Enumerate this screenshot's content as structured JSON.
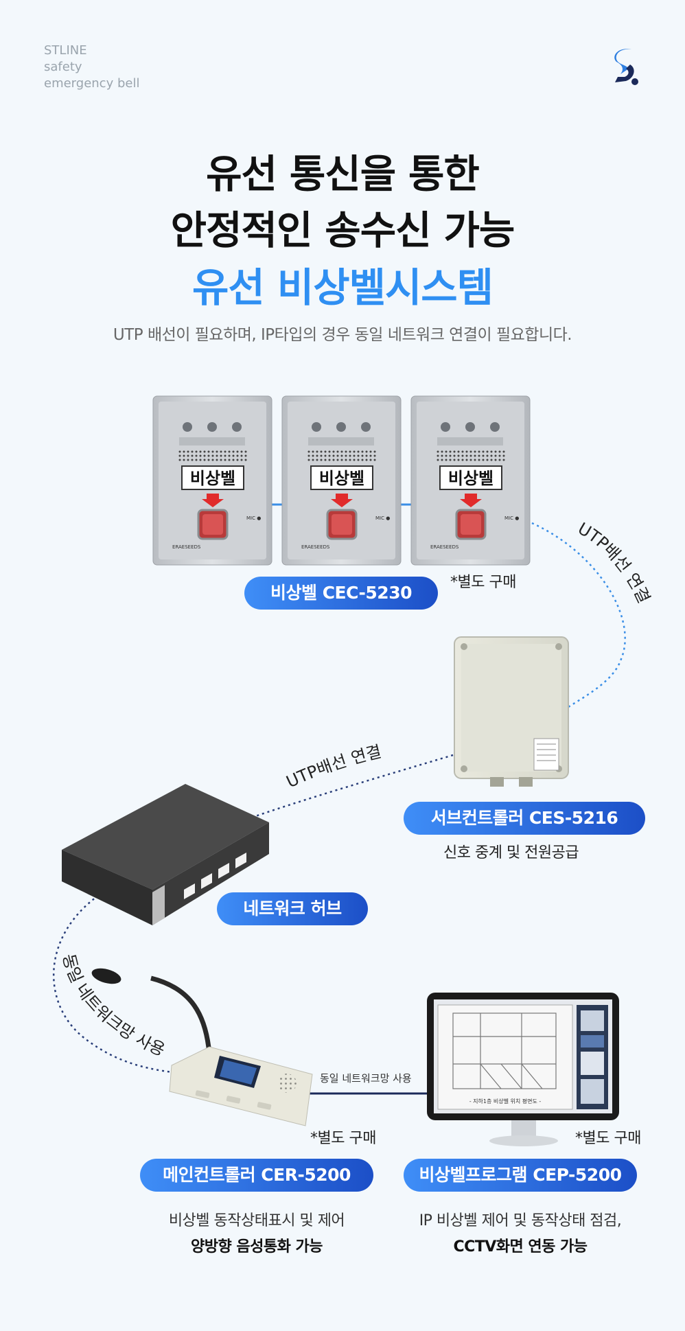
{
  "brand": {
    "line1": "STLINE",
    "line2": "safety",
    "line3": "emergency bell"
  },
  "headline": {
    "line1": "유선 통신을 통한",
    "line2": "안정적인 송수신 가능",
    "line3": "유선 비상벨시스템"
  },
  "subtitle": "UTP 배선이 필요하며, IP타입의 경우 동일 네트워크 연결이 필요합니다.",
  "bell_panel": {
    "face_label": "비상벨",
    "mic_label": "MIC ●",
    "brand_label": "ERAESEEDS"
  },
  "devices": {
    "bell": {
      "label": "비상벨 CEC-5230",
      "note": "*별도 구매"
    },
    "sub_controller": {
      "label": "서브컨트롤러 CES-5216",
      "desc": "신호 중계 및 전원공급"
    },
    "hub": {
      "label": "네트워크 허브"
    },
    "main_controller": {
      "label": "메인컨트롤러 CER-5200",
      "note": "*별도 구매",
      "desc1": "비상벨 동작상태표시 및 제어",
      "desc2": "양방향 음성통화 가능"
    },
    "program": {
      "label": "비상벨프로그램 CEP-5200",
      "note": "*별도 구매",
      "desc1": "IP 비상벨 제어 및 동작상태 점검,",
      "desc2": "CCTV화면 연동 가능",
      "screen_caption": "- 지하1층 비상벨 위치 평면도 -"
    }
  },
  "connections": {
    "bell_to_sub": "UTP배선 연결",
    "sub_to_hub": "UTP배선 연결",
    "hub_to_main": "동일 네트워크망 사용",
    "main_to_program": "동일 네트워크망 사용"
  },
  "colors": {
    "accent": "#2f8ff2",
    "pill_start": "#3f8ef7",
    "pill_end": "#1c4fc7",
    "dotted_blue": "#3a8ee6",
    "dotted_navy": "#2a3f7a",
    "logo_blue": "#2f7fe0",
    "logo_navy": "#1b2a5a"
  }
}
